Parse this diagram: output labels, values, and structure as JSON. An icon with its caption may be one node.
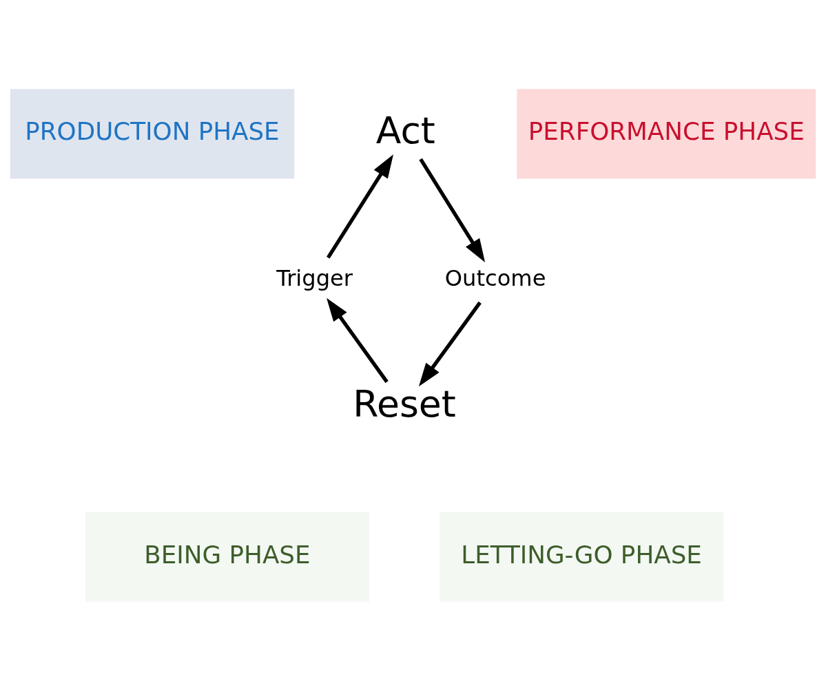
{
  "diagram": {
    "nodes": [
      {
        "text": [
          "PRODUCTION PHASE"
        ]
      },
      {
        "text": [
          "Act"
        ]
      },
      {
        "text": [
          "PERFORMANCE PHASE"
        ]
      },
      {
        "text": [
          "Trigger"
        ]
      },
      {
        "text": [
          "Outcome"
        ]
      },
      {
        "text": [
          "BEING PHASE"
        ]
      },
      {
        "text": [
          "Reset"
        ]
      },
      {
        "text": [
          "LETTING-GO PHASE"
        ]
      }
    ],
    "edges": [
      {
        "from": 1,
        "to": 4,
        "arrow": "to"
      },
      {
        "from": 4,
        "to": 6,
        "arrow": "to"
      },
      {
        "from": 6,
        "to": 3,
        "arrow": "to"
      },
      {
        "from": 3,
        "to": 1,
        "arrow": "to"
      }
    ]
  }
}
